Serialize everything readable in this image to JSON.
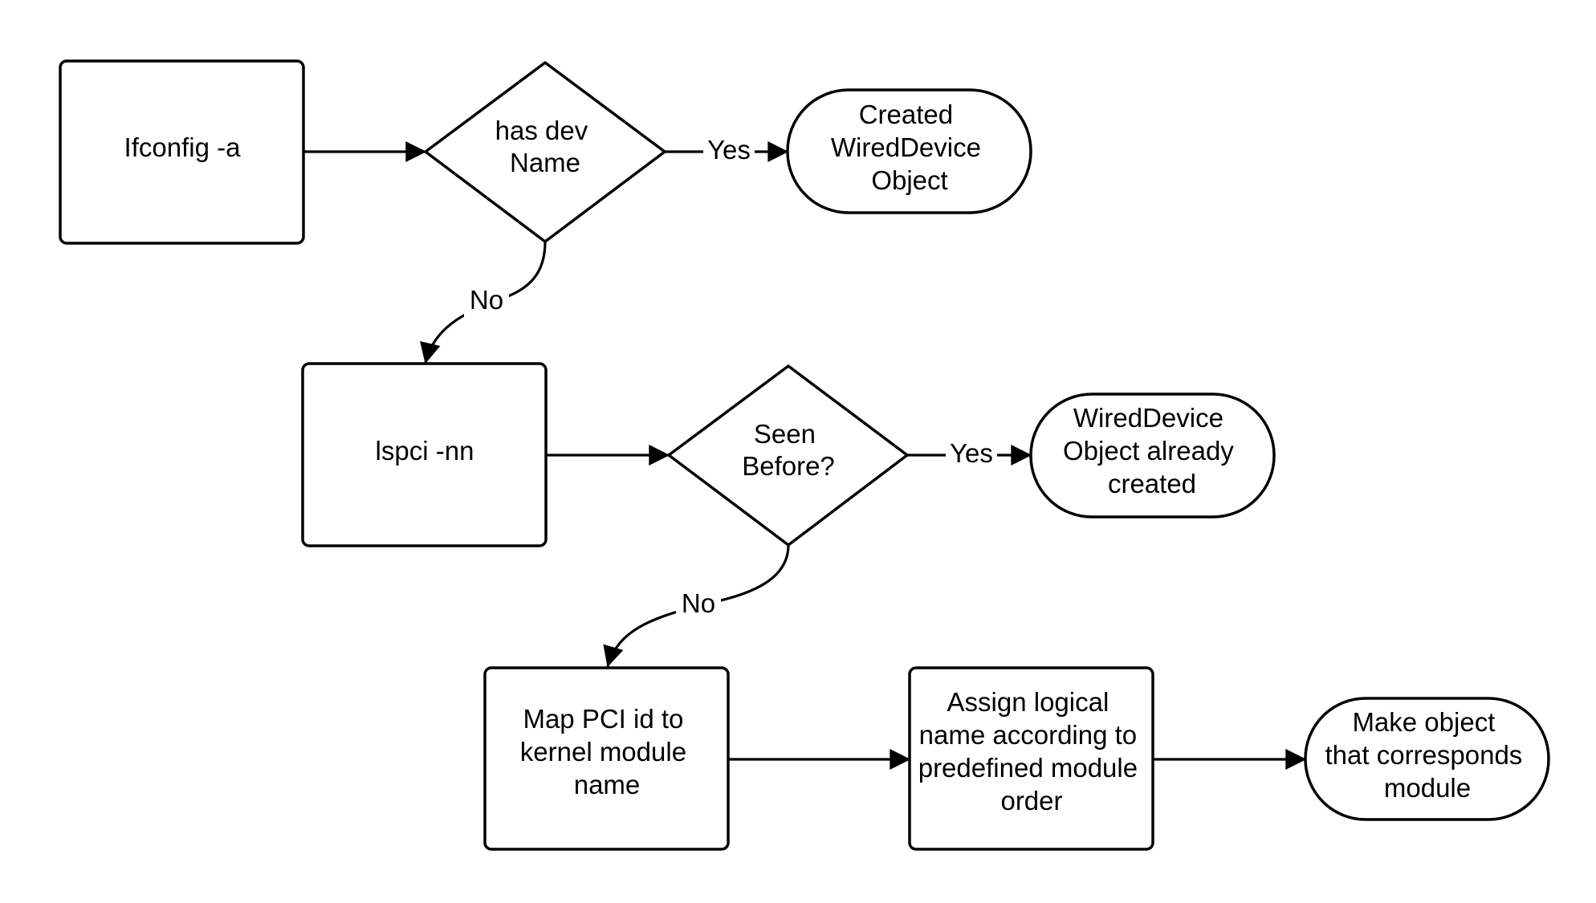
{
  "diagram": {
    "nodes": {
      "ifconfig": {
        "lines": [
          "Ifconfig -a"
        ]
      },
      "has_dev_name": {
        "lines": [
          "has dev",
          "Name"
        ]
      },
      "created_wired": {
        "lines": [
          "Created",
          "WiredDevice",
          "Object"
        ]
      },
      "lspci": {
        "lines": [
          "lspci -nn"
        ]
      },
      "seen_before": {
        "lines": [
          "Seen",
          "Before?"
        ]
      },
      "already_created": {
        "lines": [
          "WiredDevice",
          "Object already",
          "created"
        ]
      },
      "map_pci": {
        "lines": [
          "Map PCI id to",
          "kernel module",
          "name"
        ]
      },
      "assign_logical": {
        "lines": [
          "Assign logical",
          "name according to",
          "predefined module",
          "order"
        ]
      },
      "make_object": {
        "lines": [
          "Make object",
          "that corresponds",
          "module"
        ]
      }
    },
    "edges": {
      "yes1": "Yes",
      "no1": "No",
      "yes2": "Yes",
      "no2": "No"
    }
  }
}
